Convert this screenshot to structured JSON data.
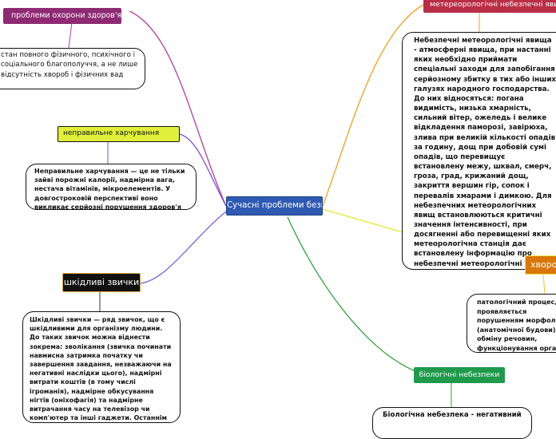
{
  "center": {
    "label": "Сучасні проблеми безпеки"
  },
  "topics": {
    "health": {
      "label": "проблеми охорони здоров'я",
      "note": "стан повного фізичного, психічного і соціального благополуччя, а не лише відсутність хвороб і фізичних вад"
    },
    "nutrition": {
      "label": "неправильне харчування",
      "note": "Неправильне харчування — це не тільки зайві порожні калорії, надмірна вага, нестача вітамінів, мікроелементів. У довгостроковій перспективі воно викликає серйозні порушення здоров'я"
    },
    "habits": {
      "label": "шкідливі звички",
      "note": "Шкідливі звички — ряд звичок, що є шкідливими для організму людини. До таких звичок можна віднести зокрема: зволікання (звичка починати навмисна затримка початку чи завершення завдання, незважаючи на негативні наслідки цього), надмірні витрати коштів (в тому числі ігроманія), надмірне обкусування нігтів (оніхофагія) та надмірне витрачання часу на телевізор чи комп'ютер та інші гаджети. Останнім часом погіршився також"
    },
    "weather": {
      "label": "метереорологічні небезпечні явища",
      "note": "Небезпечні метеорологічні явища - атмосферні явища, при настанні яких необхідно приймати спеціальні заходи для запобігання серйозному збитку в тих або інших галузях народного господарства. До них відносяться: погана видимість, низька хмарність, сильний вітер, ожеледь і велике відкладення паморозі, завірюха, злива при великій кількості опадів за годину, дощ при добовій сумі опадів, що перевищує встановлену межу, шквал, смерч, гроза, град, крижаний дощ, закриття вершин гір, сопок і перевалів хмарами і димкою. Для небезпечних метеорологічних явищ встановлюються критичні значення інтенсивності, при досягненні або перевищенні яких метеорологічна станція дає встановлену інформацію про небезпечні метеорологічні явища"
    },
    "disease": {
      "label": "хвороба",
      "note": "патологічний процес, що проявляється порушенням морфології (анатомічної будови), обміну речовин, функціонування органів частин) у людини / тварини"
    },
    "biological": {
      "label": "біологічні небезпеки",
      "note": "Біологічна небезпека - негативний"
    }
  },
  "colors": {
    "health": "#8e2a74",
    "nutrition": "#e0f038",
    "habits": "#111111",
    "weather": "#b92e46",
    "disease": "#d9770b",
    "biological": "#1f9a4d",
    "center": "#2f5ab3"
  }
}
